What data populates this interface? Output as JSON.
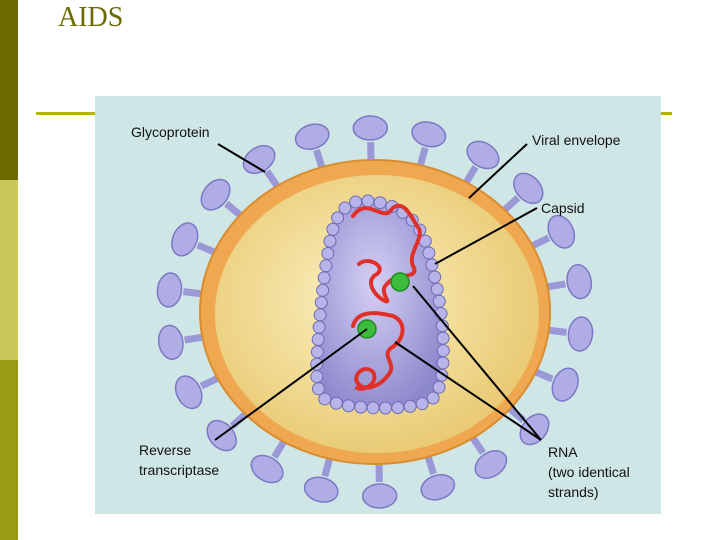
{
  "slide": {
    "title": "AIDS"
  },
  "sidebar": {
    "colors": [
      "#6b6b00",
      "#c8c85a",
      "#9a9a14"
    ]
  },
  "diagram": {
    "labels": {
      "glycoprotein": "Glycoprotein",
      "viral_envelope": "Viral envelope",
      "capsid": "Capsid",
      "reverse_transcriptase": "Reverse\ntranscriptase",
      "rna_line1": "RNA",
      "rna_line2": "(two identical",
      "rna_line3": "strands)"
    },
    "colors": {
      "panel": "#cfe6e6",
      "envelope": "#f0a850",
      "core": "#f5e08a",
      "glycoprotein": "#a9a6e0",
      "capsid": "#a9a6e0",
      "rna": "#e0302a",
      "enzyme": "#3cbd3c",
      "title_rule": "#b4b400"
    }
  }
}
